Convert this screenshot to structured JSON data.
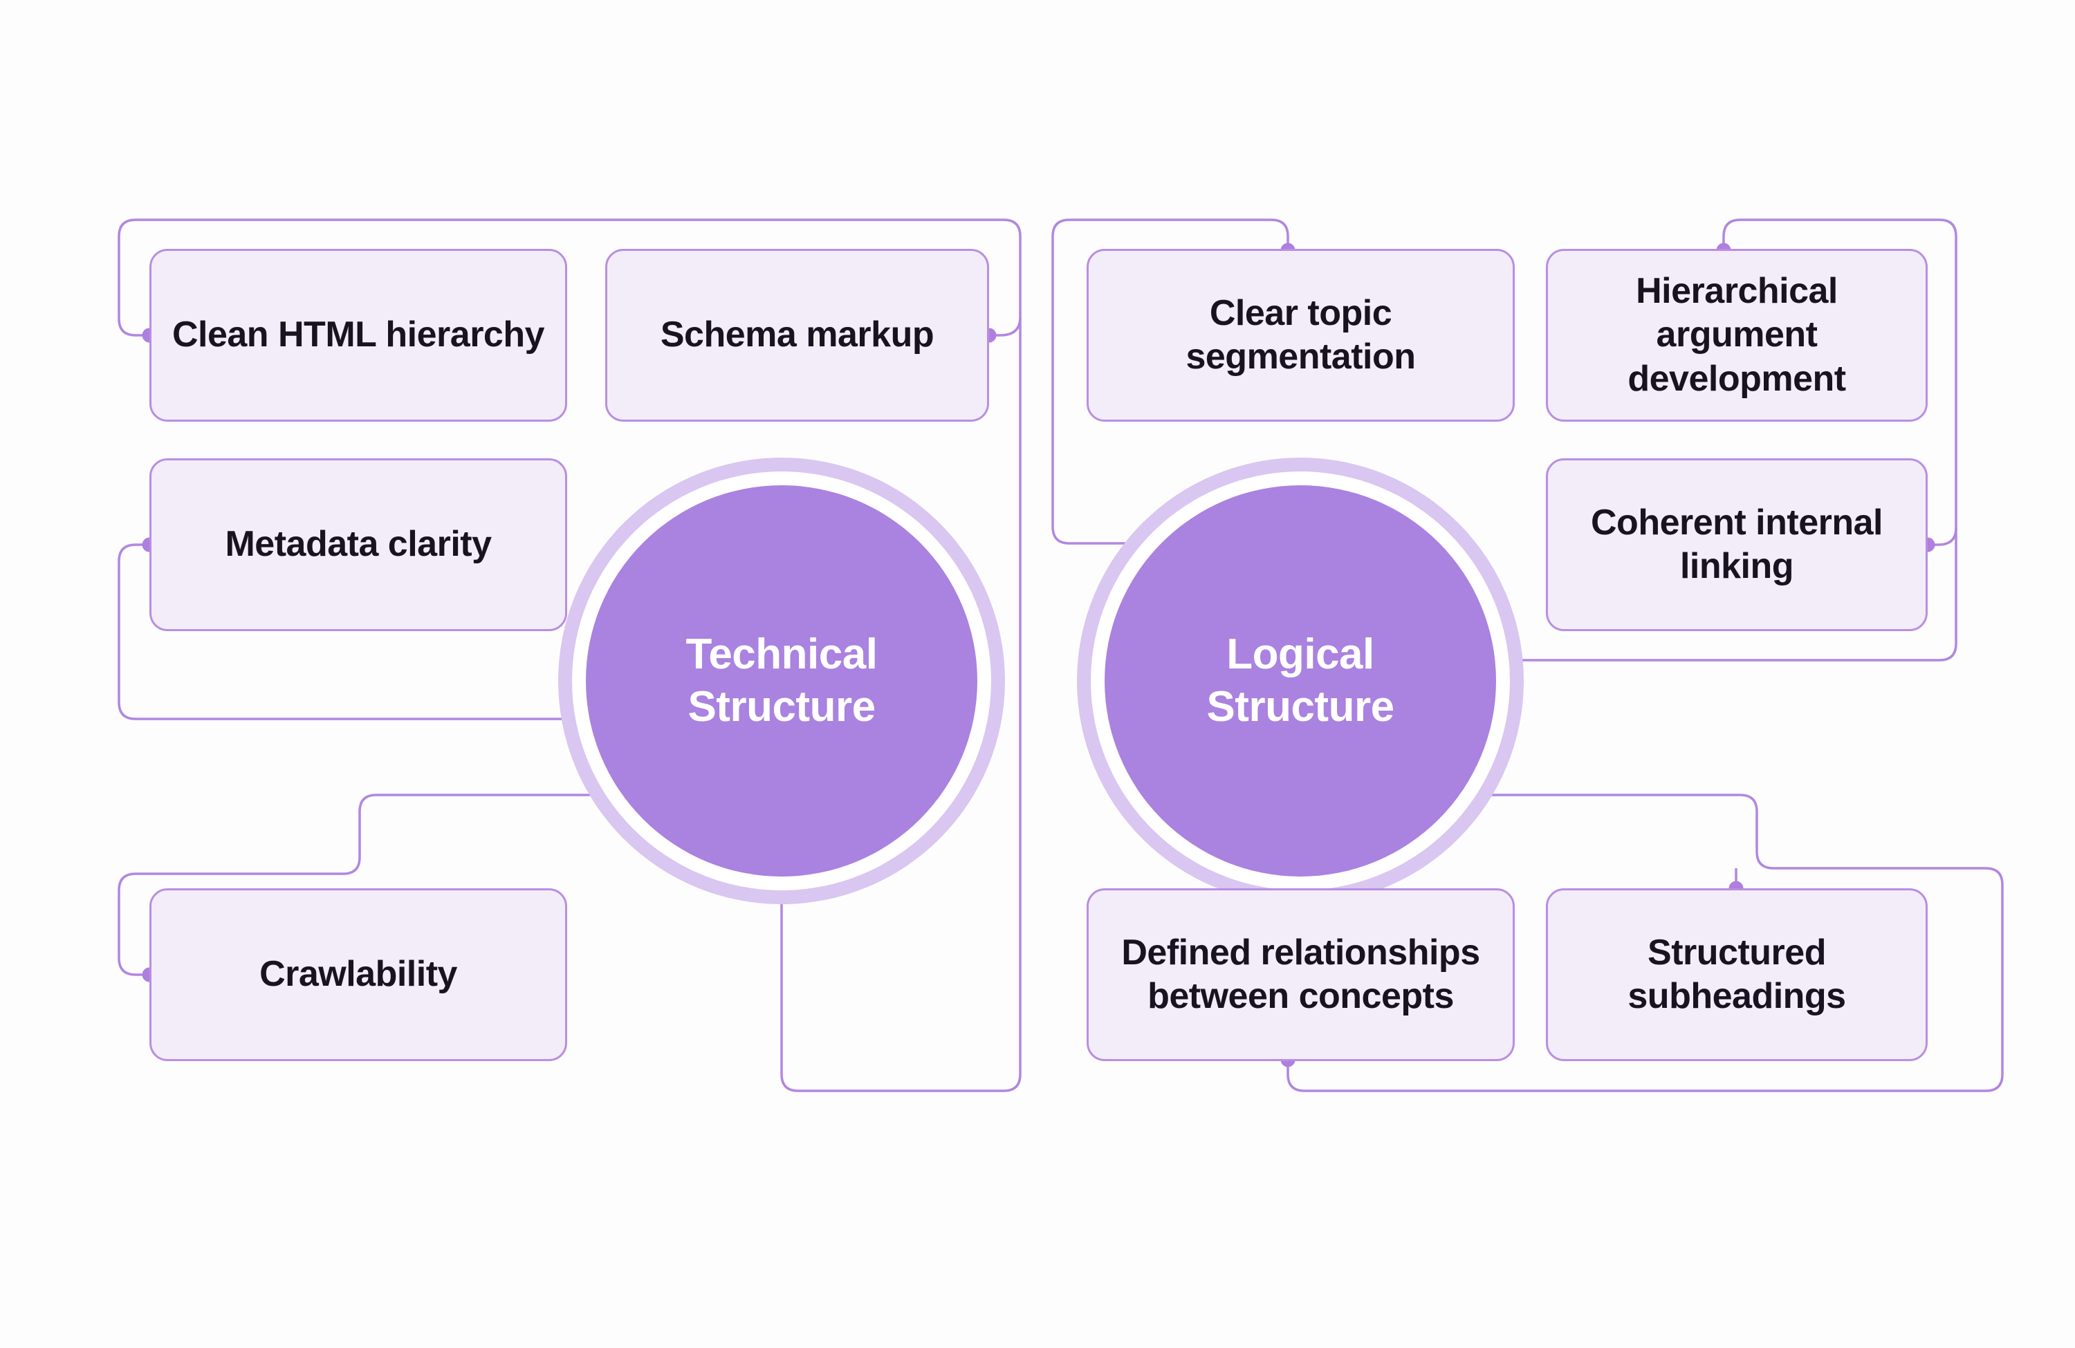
{
  "diagram": {
    "title": "",
    "background": "#fdfdfe",
    "colors": {
      "connector_line": "#b286e0",
      "connector_dot": "#ae7fdf",
      "box_fill": "#f3edfa",
      "box_border": "#b98ee2",
      "box_text": "#171320",
      "hub_fill": "#aa82e0",
      "hub_ring": "#d9c6f1",
      "hub_gap": "#ffffff",
      "hub_text": "#ffffff"
    },
    "clusters": [
      {
        "id": "technical",
        "hub": {
          "id": "technical-structure",
          "label": "Technical Structure"
        },
        "nodes": [
          {
            "id": "clean-html-hierarchy",
            "label": "Clean HTML hierarchy"
          },
          {
            "id": "schema-markup",
            "label": "Schema markup"
          },
          {
            "id": "metadata-clarity",
            "label": "Metadata clarity"
          },
          {
            "id": "crawlability",
            "label": "Crawlability"
          }
        ]
      },
      {
        "id": "logical",
        "hub": {
          "id": "logical-structure",
          "label": "Logical Structure"
        },
        "nodes": [
          {
            "id": "clear-topic-segmentation",
            "label": "Clear topic segmentation"
          },
          {
            "id": "hierarchical-argument-development",
            "label": "Hierarchical argument development"
          },
          {
            "id": "coherent-internal-linking",
            "label": "Coherent internal linking"
          },
          {
            "id": "defined-relationships-between-concepts",
            "label": "Defined relationships between concepts"
          },
          {
            "id": "structured-subheadings",
            "label": "Structured subheadings"
          }
        ]
      }
    ]
  }
}
